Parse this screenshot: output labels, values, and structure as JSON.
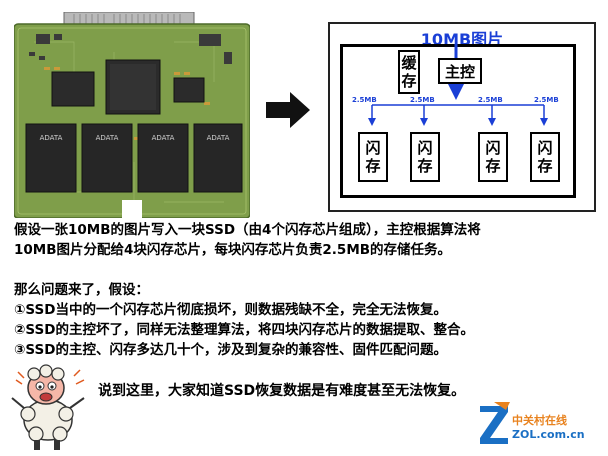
{
  "diagram": {
    "title": "10MB图片",
    "cache": [
      "缓",
      "存"
    ],
    "controller": "主控",
    "chunk_labels": [
      "2.5MB",
      "2.5MB",
      "2.5MB",
      "2.5MB"
    ],
    "flash_chips": [
      [
        "闪",
        "存"
      ],
      [
        "闪",
        "存"
      ],
      [
        "闪",
        "存"
      ],
      [
        "闪",
        "存"
      ]
    ]
  },
  "text": {
    "p1_line1": "假设一张10MB的图片写入一块SSD（由4个闪存芯片组成），主控根据算法将",
    "p1_line2": "10MB图片分配给4块闪存芯片，每块闪存芯片负责2.5MB的存储任务。",
    "p2_intro": "那么问题来了，假设：",
    "p2_item1": "①SSD当中的一个闪存芯片彻底损坏，则数据残缺不全，完全无法恢复。",
    "p2_item2": "②SSD的主控坏了，同样无法整理算法，将四块闪存芯片的数据提取、整合。",
    "p2_item3": "③SSD的主控、闪存多达几十个，涉及到复杂的兼容性、固件匹配问题。",
    "summary": "说到这里，大家知道SSD恢复数据是有难度甚至无法恢复。"
  },
  "ssd_board": {
    "chip_brand": "ADATA"
  },
  "logo": {
    "cn": "中关村在线",
    "en": "ZOL.com.cn",
    "letter": "Z"
  },
  "colors": {
    "accent_blue": "#1a3fd6",
    "pcb_green": "#7f9e4a",
    "logo_orange": "#e8821e",
    "logo_blue": "#1a6fc4"
  }
}
